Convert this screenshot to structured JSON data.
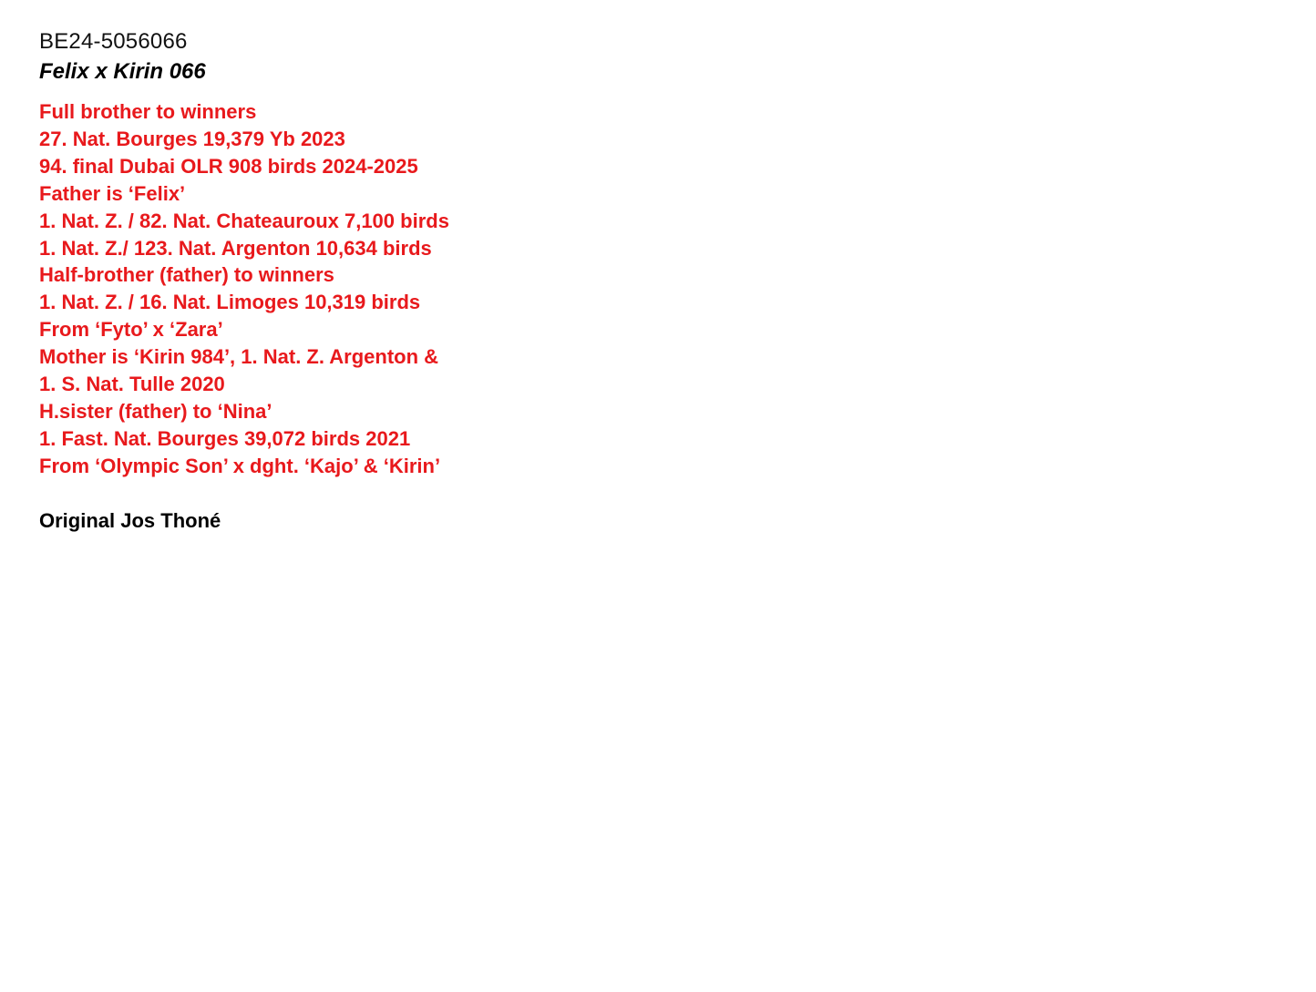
{
  "pigeon": {
    "ring_number": "BE24-5056066",
    "name": "Felix x Kirin 066"
  },
  "colors": {
    "highlight_text": "#e8191c",
    "default_text": "#000000"
  },
  "description_lines": [
    "Full brother to winners",
    "27. Nat. Bourges 19,379 Yb 2023",
    "94. final Dubai OLR 908 birds 2024-2025",
    "Father is ‘Felix’",
    "1. Nat. Z. / 82. Nat. Chateauroux 7,100 birds",
    "1. Nat. Z./ 123. Nat. Argenton 10,634 birds",
    "Half-brother (father) to winners",
    "1. Nat. Z. / 16. Nat. Limoges 10,319 birds",
    "From ‘Fyto’ x ‘Zara’",
    "Mother is ‘Kirin 984’, 1. Nat. Z. Argenton &",
    "1. S. Nat. Tulle 2020",
    "H.sister (father) to ‘Nina’",
    "1. Fast. Nat. Bourges 39,072 birds 2021",
    "From ‘Olympic Son’ x dght. ‘Kajo’ & ‘Kirin’"
  ],
  "footer": {
    "origin": "Original Jos Thoné"
  }
}
